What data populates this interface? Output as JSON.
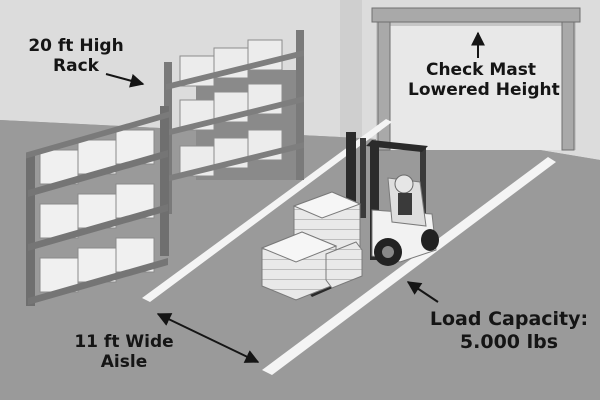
{
  "annotations": {
    "rack": {
      "line1": "20 ft High",
      "line2": "Rack"
    },
    "mast": {
      "line1": "Check Mast",
      "line2": "Lowered Height"
    },
    "aisle": {
      "line1": "11 ft Wide",
      "line2": "Aisle"
    },
    "load": {
      "line1": "Load Capacity:",
      "line2": "5.000 lbs"
    }
  },
  "colors": {
    "wall": "#dcdcdc",
    "floor": "#9a9a9a",
    "aisle_line": "#f4f4f4",
    "text": "#151515"
  },
  "icons": [
    "up-arrow-icon",
    "right-arrow-icon",
    "double-arrow-icon",
    "diagonal-arrow-icon"
  ]
}
